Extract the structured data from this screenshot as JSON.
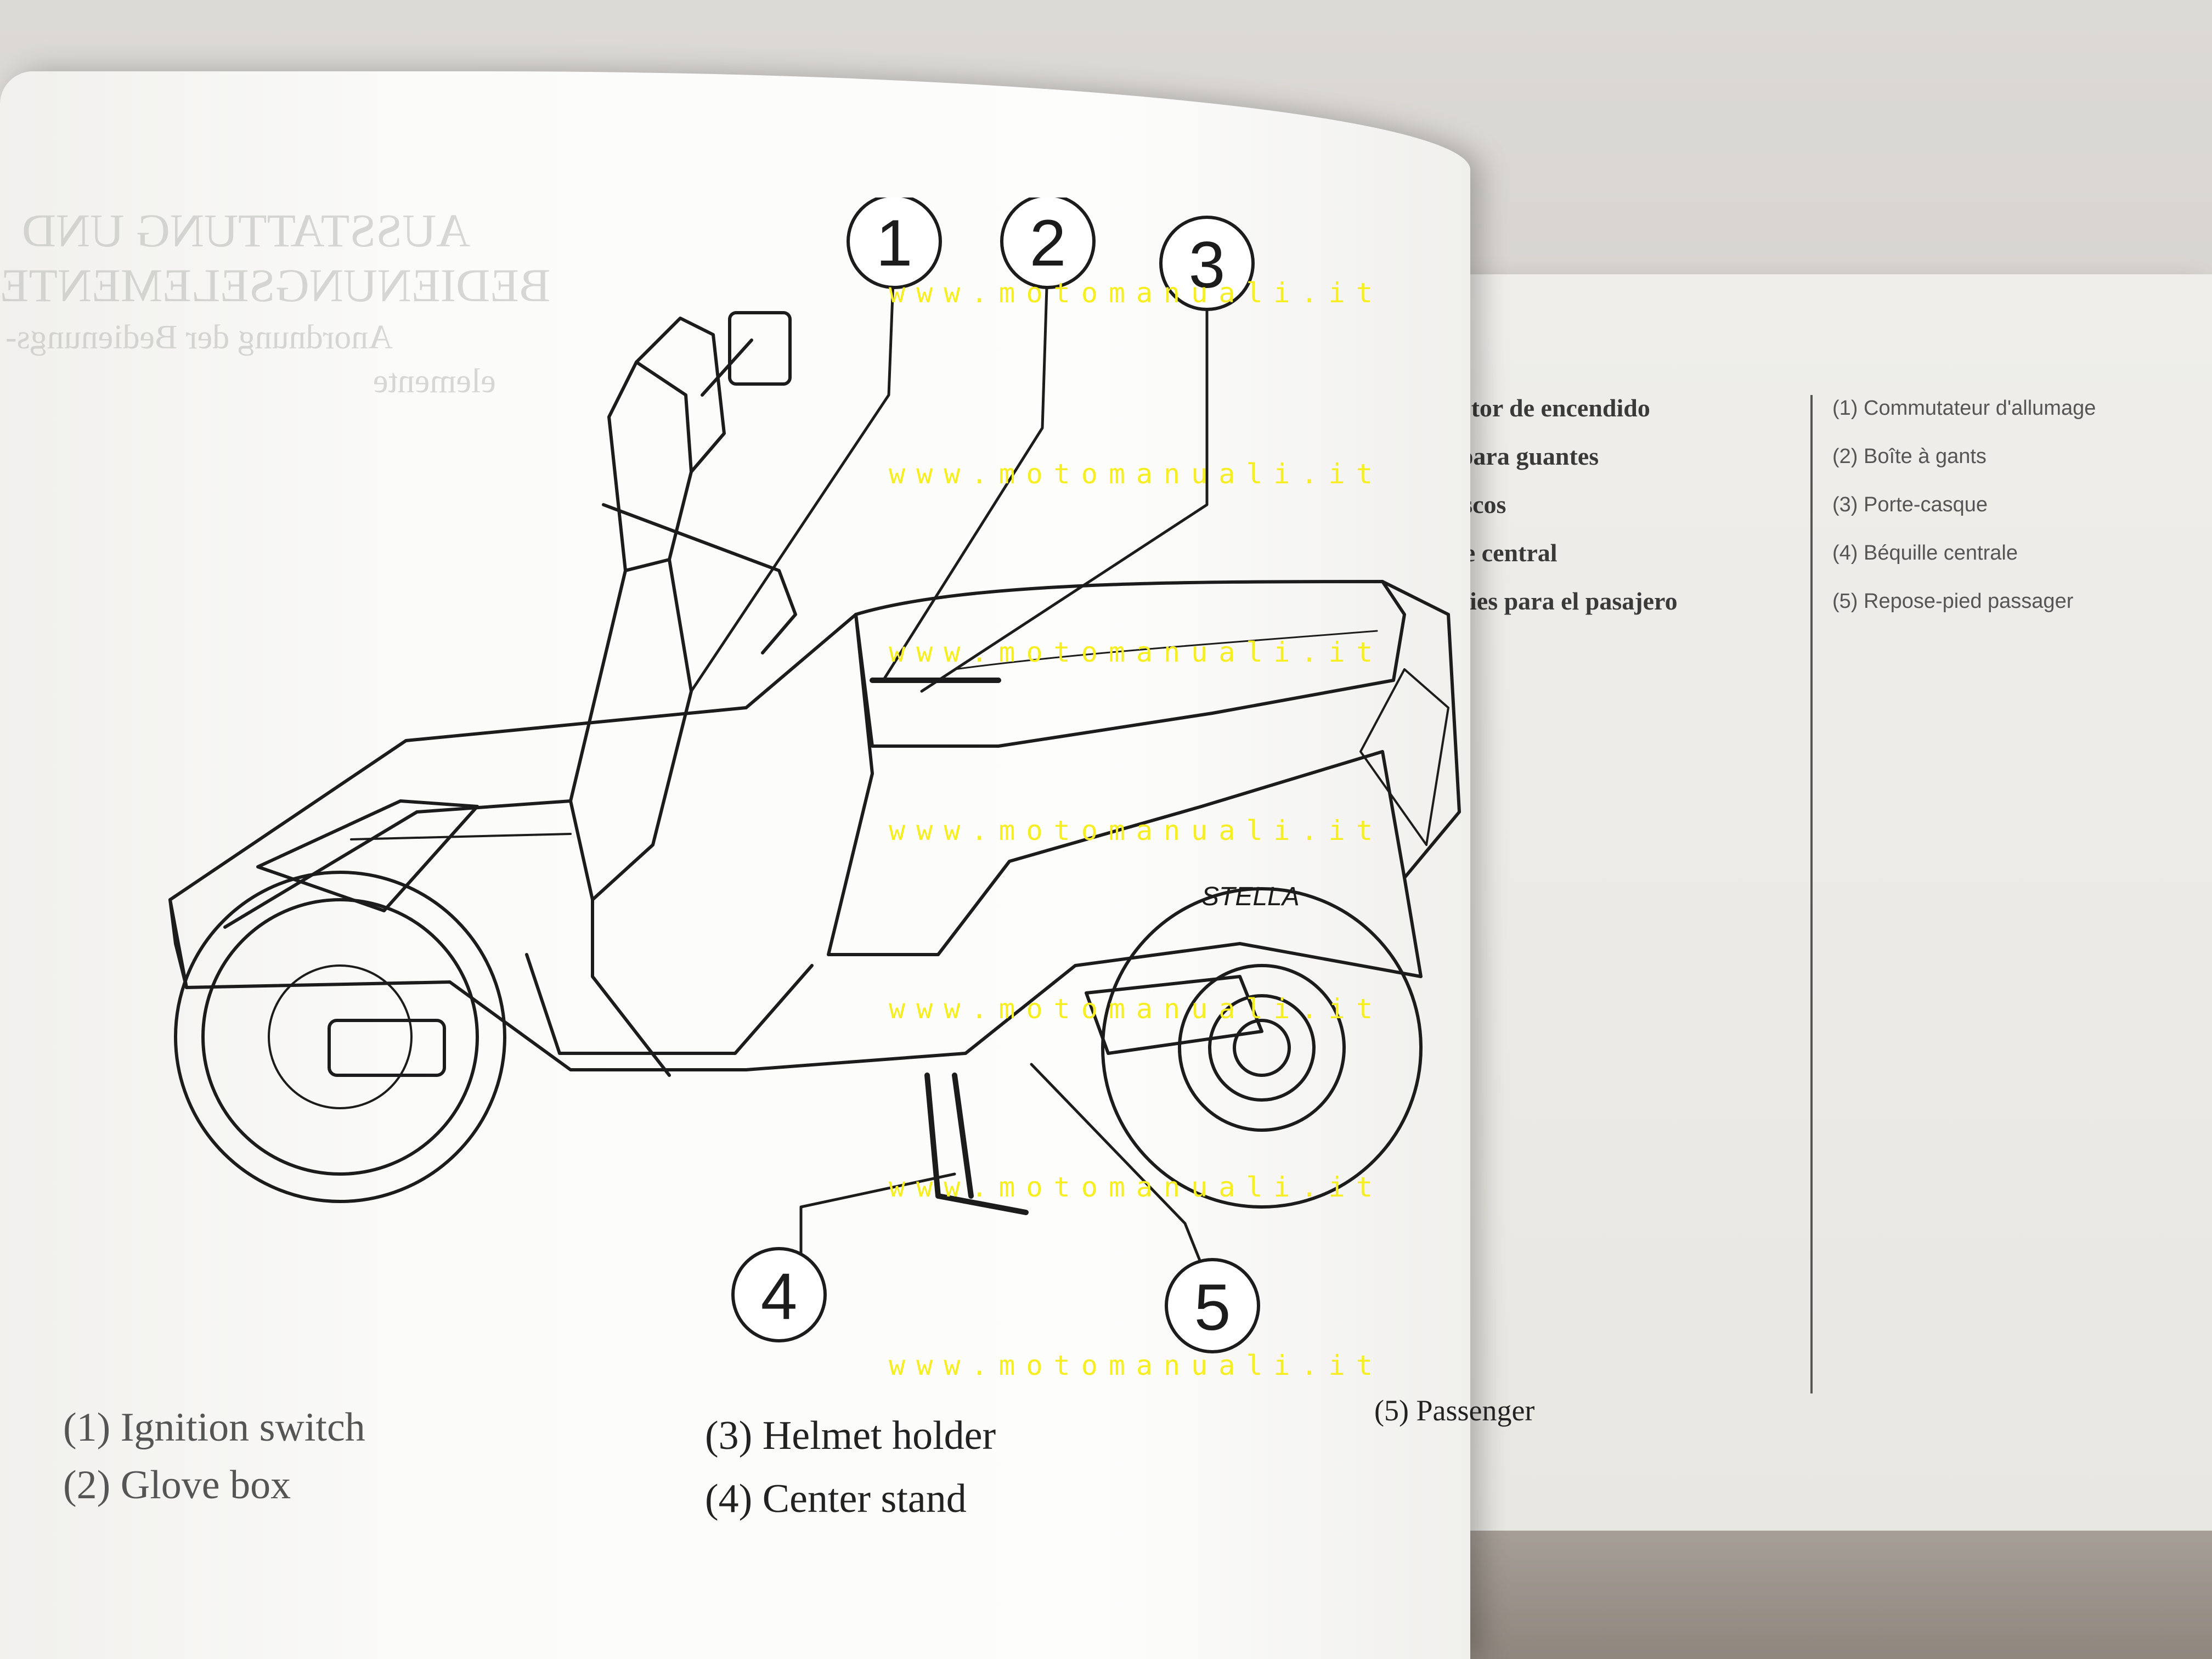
{
  "brand_logo_text": "STELLA",
  "watermark": "www.motomanuali.it",
  "callout_numbers": [
    "1",
    "2",
    "3",
    "4",
    "5"
  ],
  "show_through_text": [
    "AUSSTATTUNG UND",
    "BEDIENUNGSELEMENTE",
    "Anordnung der Bedienungs-",
    "elemente"
  ],
  "right_page_spanish": [
    "ruptor de encendido",
    "ta para guantes",
    "icascos",
    "orte central",
    "rapies para el pasajero"
  ],
  "right_page_french": [
    "(1) Commutateur d'allumage",
    "(2) Boîte à gants",
    "(3) Porte-casque",
    "(4) Béquille centrale",
    "(5) Repose-pied passager"
  ],
  "captions_left": [
    "(1) Ignition switch",
    "(2) Glove box"
  ],
  "captions_right": [
    "(3) Helmet holder",
    "(4) Center stand"
  ],
  "caption_cut": "(5) Passenger",
  "colors": {
    "watermark": "#f6ee22",
    "ink": "#222222",
    "paper": "#fbfbf9"
  }
}
